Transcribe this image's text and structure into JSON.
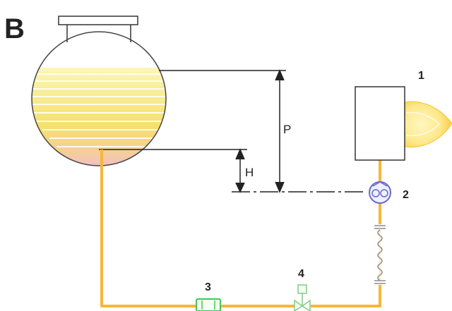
{
  "figure": {
    "panel_letter": "B",
    "dimensions": {
      "p_label": "P",
      "h_label": "H"
    },
    "components": [
      {
        "id": "burner",
        "number": "1"
      },
      {
        "id": "pump",
        "number": "2"
      },
      {
        "id": "filter",
        "number": "3"
      },
      {
        "id": "valve",
        "number": "4"
      }
    ],
    "colors": {
      "pipe": "#f6b63a",
      "liquid_top": "#f9f3a6",
      "liquid_mid": "#f6df6a",
      "liquid_bottom": "#f2b6dc",
      "outline": "#333333",
      "pump": "#6a6ac8",
      "filter": "#43c653",
      "valve": "#86c986",
      "flame_outer": "#fde88a",
      "flame_inner": "#fbd24a"
    }
  }
}
